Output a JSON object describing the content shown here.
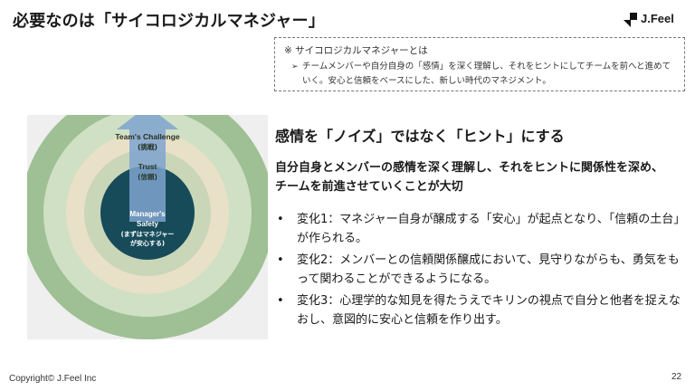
{
  "slide": {
    "title": "必要なのは「サイコロジカルマネジャー」",
    "logo_text": "J.Feel",
    "copyright": "Copyright©  J.Feel Inc",
    "page_number": "22"
  },
  "note": {
    "heading": "※  サイコロジカルマネジャーとは",
    "arrow": "➢",
    "body": "チームメンバーや自分自身の「感情」を深く理解し、それをヒントにしてチームを前へと進めていく。安心と信頼をベースにした、新しい時代のマネジメント。"
  },
  "diagram": {
    "outer_title": "Team's Challenge",
    "outer_sub": "(挑戦)",
    "middle_title": "Trust",
    "middle_sub": "(信頼)",
    "inner_line1": "Manager's",
    "inner_line2": "Safety",
    "inner_line3": "(まずはマネジャー",
    "inner_line4": "が安心する)",
    "colors": {
      "outer": "#9fbf94",
      "ring2": "#cfe0c4",
      "ring3": "#e9e0c8",
      "ring4": "#c9d6b8",
      "core": "#174b5a",
      "arrow": "#7fa3cf"
    }
  },
  "content": {
    "heading": "感情を「ノイズ」ではなく「ヒント」にする",
    "subhead": "自分自身とメンバーの感情を深く理解し、それをヒントに関係性を深め、チームを前進させていくことが大切",
    "bullets": [
      "変化1：マネジャー自身が醸成する「安心」が起点となり、「信頼の土台」が作られる。",
      "変化2：メンバーとの信頼関係醸成において、見守りながらも、勇気をもって関わることができるようになる。",
      "変化3：心理学的な知見を得たうえでキリンの視点で自分と他者を捉えなおし、意図的に安心と信頼を作り出す。"
    ],
    "bullet_symbol": "•"
  }
}
